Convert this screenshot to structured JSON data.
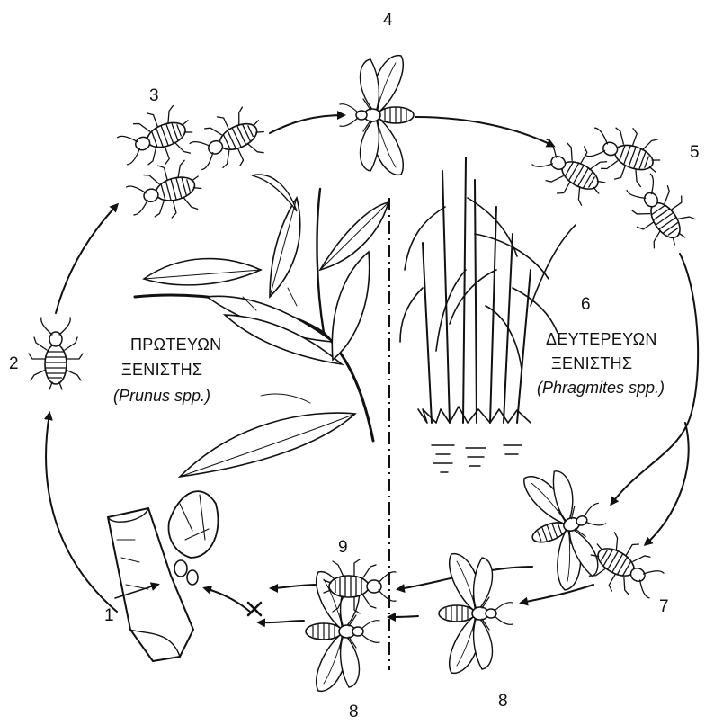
{
  "labels": {
    "n1": "1",
    "n2": "2",
    "n3": "3",
    "n4": "4",
    "n5": "5",
    "n6": "6",
    "n7": "7",
    "n8a": "8",
    "n8b": "8",
    "n9": "9"
  },
  "primary_host": {
    "line1": "ΠΡΩΤΕΥΩΝ",
    "line2": "ΞΕΝΙΣΤΗΣ",
    "species": "(Prunus spp.)"
  },
  "secondary_host": {
    "line1": "ΔΕΥΤΕΡΕΥΩΝ",
    "line2": "ΞΕΝΙΣΤΗΣ",
    "species": "(Phragmites spp.)"
  },
  "colors": {
    "ink": "#111111",
    "background": "#ffffff"
  }
}
